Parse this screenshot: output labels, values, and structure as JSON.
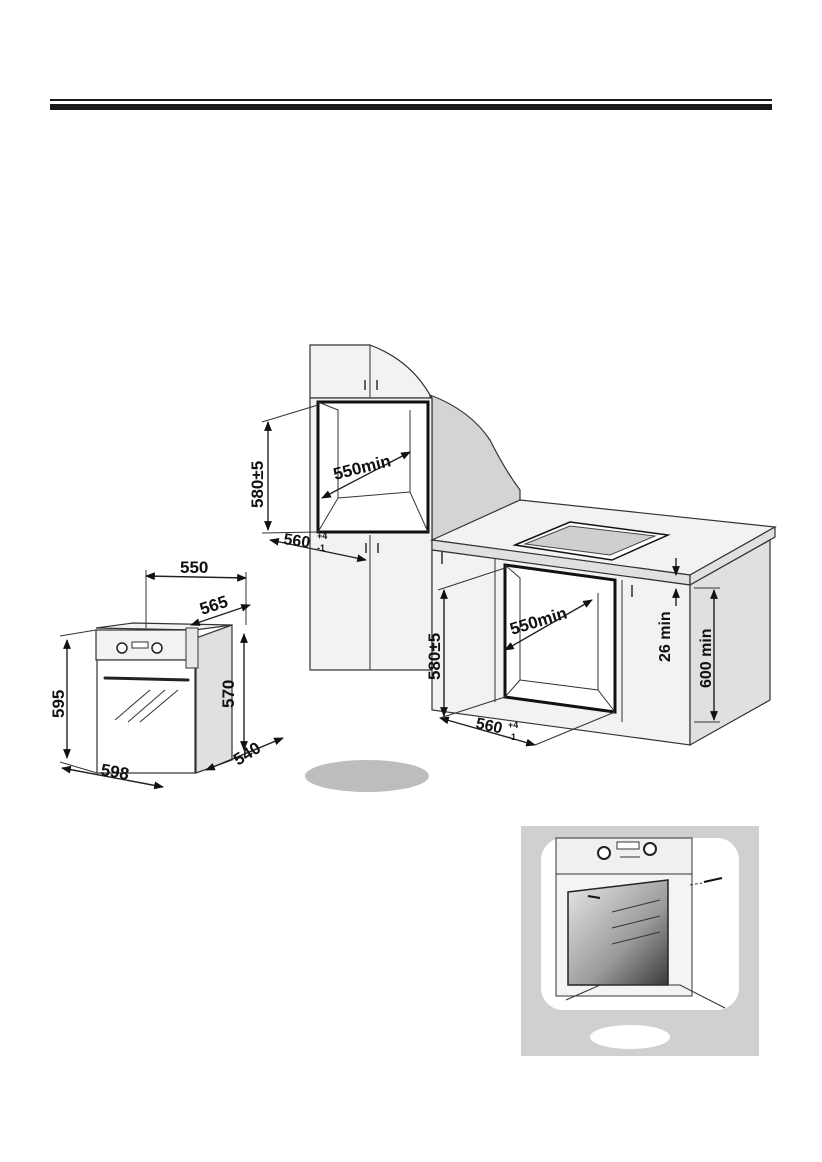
{
  "dimensions": {
    "oven_depth_550": "550",
    "oven_depth_565": "565",
    "oven_height_595": "595",
    "oven_height_570": "570",
    "oven_width_598": "598",
    "oven_depth_540": "540",
    "upper_niche_height": "580±5",
    "upper_niche_depth": "550min",
    "upper_niche_width": "560",
    "lower_niche_height": "580±5",
    "lower_niche_depth": "550min",
    "lower_niche_width": "560",
    "tolerance_plus": "+4",
    "tolerance_minus": "-1",
    "counter_gap": "26 min",
    "counter_height": "600 min"
  },
  "colors": {
    "line": "#222222",
    "cabinet": "#f2f2f2",
    "panel": "#d4d4d4",
    "inset_bg": "#d0d0d0"
  }
}
